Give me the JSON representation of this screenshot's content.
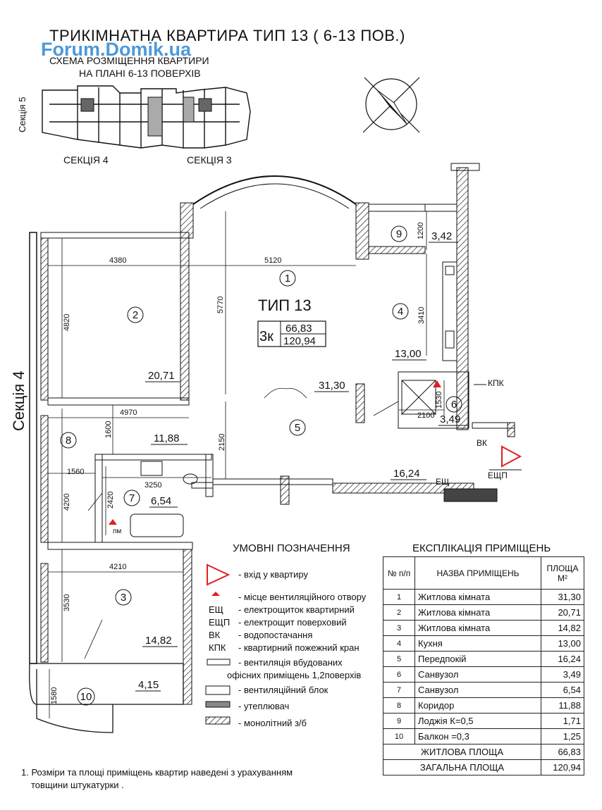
{
  "header": {
    "title": "ТРИКІМНАТНА КВАРТИРА ТИП 13  ( 6-13 ПОВ.)",
    "watermark": "Forum.Domik.ua",
    "scheme_line1": "СХЕМА РОЗМІЩЕННЯ КВАРТИРИ",
    "scheme_line2": "НА ПЛАНІ 6-13 ПОВЕРХІВ",
    "section5": "Секція 5",
    "section4_small": "СЕКЦІЯ 4",
    "section3_small": "СЕКЦІЯ 3"
  },
  "plan": {
    "section4_label": "Секція 4",
    "type_label": "ТИП 13",
    "rooms_code": "3к",
    "living_area": "66,83",
    "total_area": "120,94",
    "rooms": [
      {
        "num": "1",
        "area": "31,30"
      },
      {
        "num": "2",
        "area": "20,71"
      },
      {
        "num": "3",
        "area": "14,82"
      },
      {
        "num": "4",
        "area": "13,00"
      },
      {
        "num": "5",
        "area": "16,24"
      },
      {
        "num": "6",
        "area": "3,49"
      },
      {
        "num": "7",
        "area": "6,54"
      },
      {
        "num": "8",
        "area": "11,88"
      },
      {
        "num": "9",
        "area": "3,42"
      },
      {
        "num": "10",
        "area": "4,15"
      }
    ],
    "dims": {
      "d4380": "4380",
      "d5120": "5120",
      "d4820": "4820",
      "d5770": "5770",
      "d3410": "3410",
      "d1200": "1200",
      "d4970": "4970",
      "d1600": "1600",
      "d2150": "2150",
      "d1560": "1560",
      "d3250": "3250",
      "d2420": "2420",
      "d4200": "4200",
      "d4210": "4210",
      "d3530": "3530",
      "d1580": "1580",
      "d2100": "2100",
      "d1530": "1530"
    },
    "marks": {
      "kpk": "КПК",
      "vk": "ВК",
      "eshch": "ЕЩ",
      "eshchp": "ЕЩП",
      "pm": "пм"
    }
  },
  "legend": {
    "title": "УМОВНІ ПОЗНАЧЕННЯ",
    "items": [
      "- вхід у квартиру",
      "- місце вентиляційного отвору",
      "- електрощиток квартирний",
      "- електрощит поверховий",
      "-  водопостачання",
      "-  квартирний пожежний кран",
      "- вентиляція  вбудованих",
      "офісних приміщень 1,2поверхів",
      "- вентиляційний блок",
      "- утеплювач",
      "- монолітний з/б"
    ],
    "codes": [
      "ЕЩ",
      "ЕЩП",
      "ВК",
      "КПК"
    ]
  },
  "explication": {
    "title": "ЕКСПЛІКАЦІЯ ПРИМІЩЕНЬ",
    "col_num": "№ п/п",
    "col_name": "НАЗВА ПРИМІЩЕНЬ",
    "col_area": "ПЛОЩА М²",
    "rows": [
      {
        "n": "1",
        "name": "Житлова кімната",
        "area": "31,30"
      },
      {
        "n": "2",
        "name": "Житлова кімната",
        "area": "20,71"
      },
      {
        "n": "3",
        "name": "Житлова кімната",
        "area": "14,82"
      },
      {
        "n": "4",
        "name": "Кухня",
        "area": "13,00"
      },
      {
        "n": "5",
        "name": "Передпокій",
        "area": "16,24"
      },
      {
        "n": "6",
        "name": "Санвузол",
        "area": "3,49"
      },
      {
        "n": "7",
        "name": "Санвузол",
        "area": "6,54"
      },
      {
        "n": "8",
        "name": "Коридор",
        "area": "11,88"
      },
      {
        "n": "9",
        "name": "Лоджія К=0,5",
        "area": "1,71"
      },
      {
        "n": "10",
        "name": "Балкон =0,3",
        "area": "1,25"
      }
    ],
    "living_label": "ЖИТЛОВА ПЛОЩА",
    "living_value": "66,83",
    "total_label": "ЗАГАЛЬНА ПЛОЩА",
    "total_value": "120,94"
  },
  "note": {
    "line1": "1. Розміри та площі приміщень квартир  наведені з урахуванням",
    "line2": "товщини штукатурки ."
  },
  "colors": {
    "entry_marker": "#e02020",
    "watermark": "#3a8fd6"
  }
}
